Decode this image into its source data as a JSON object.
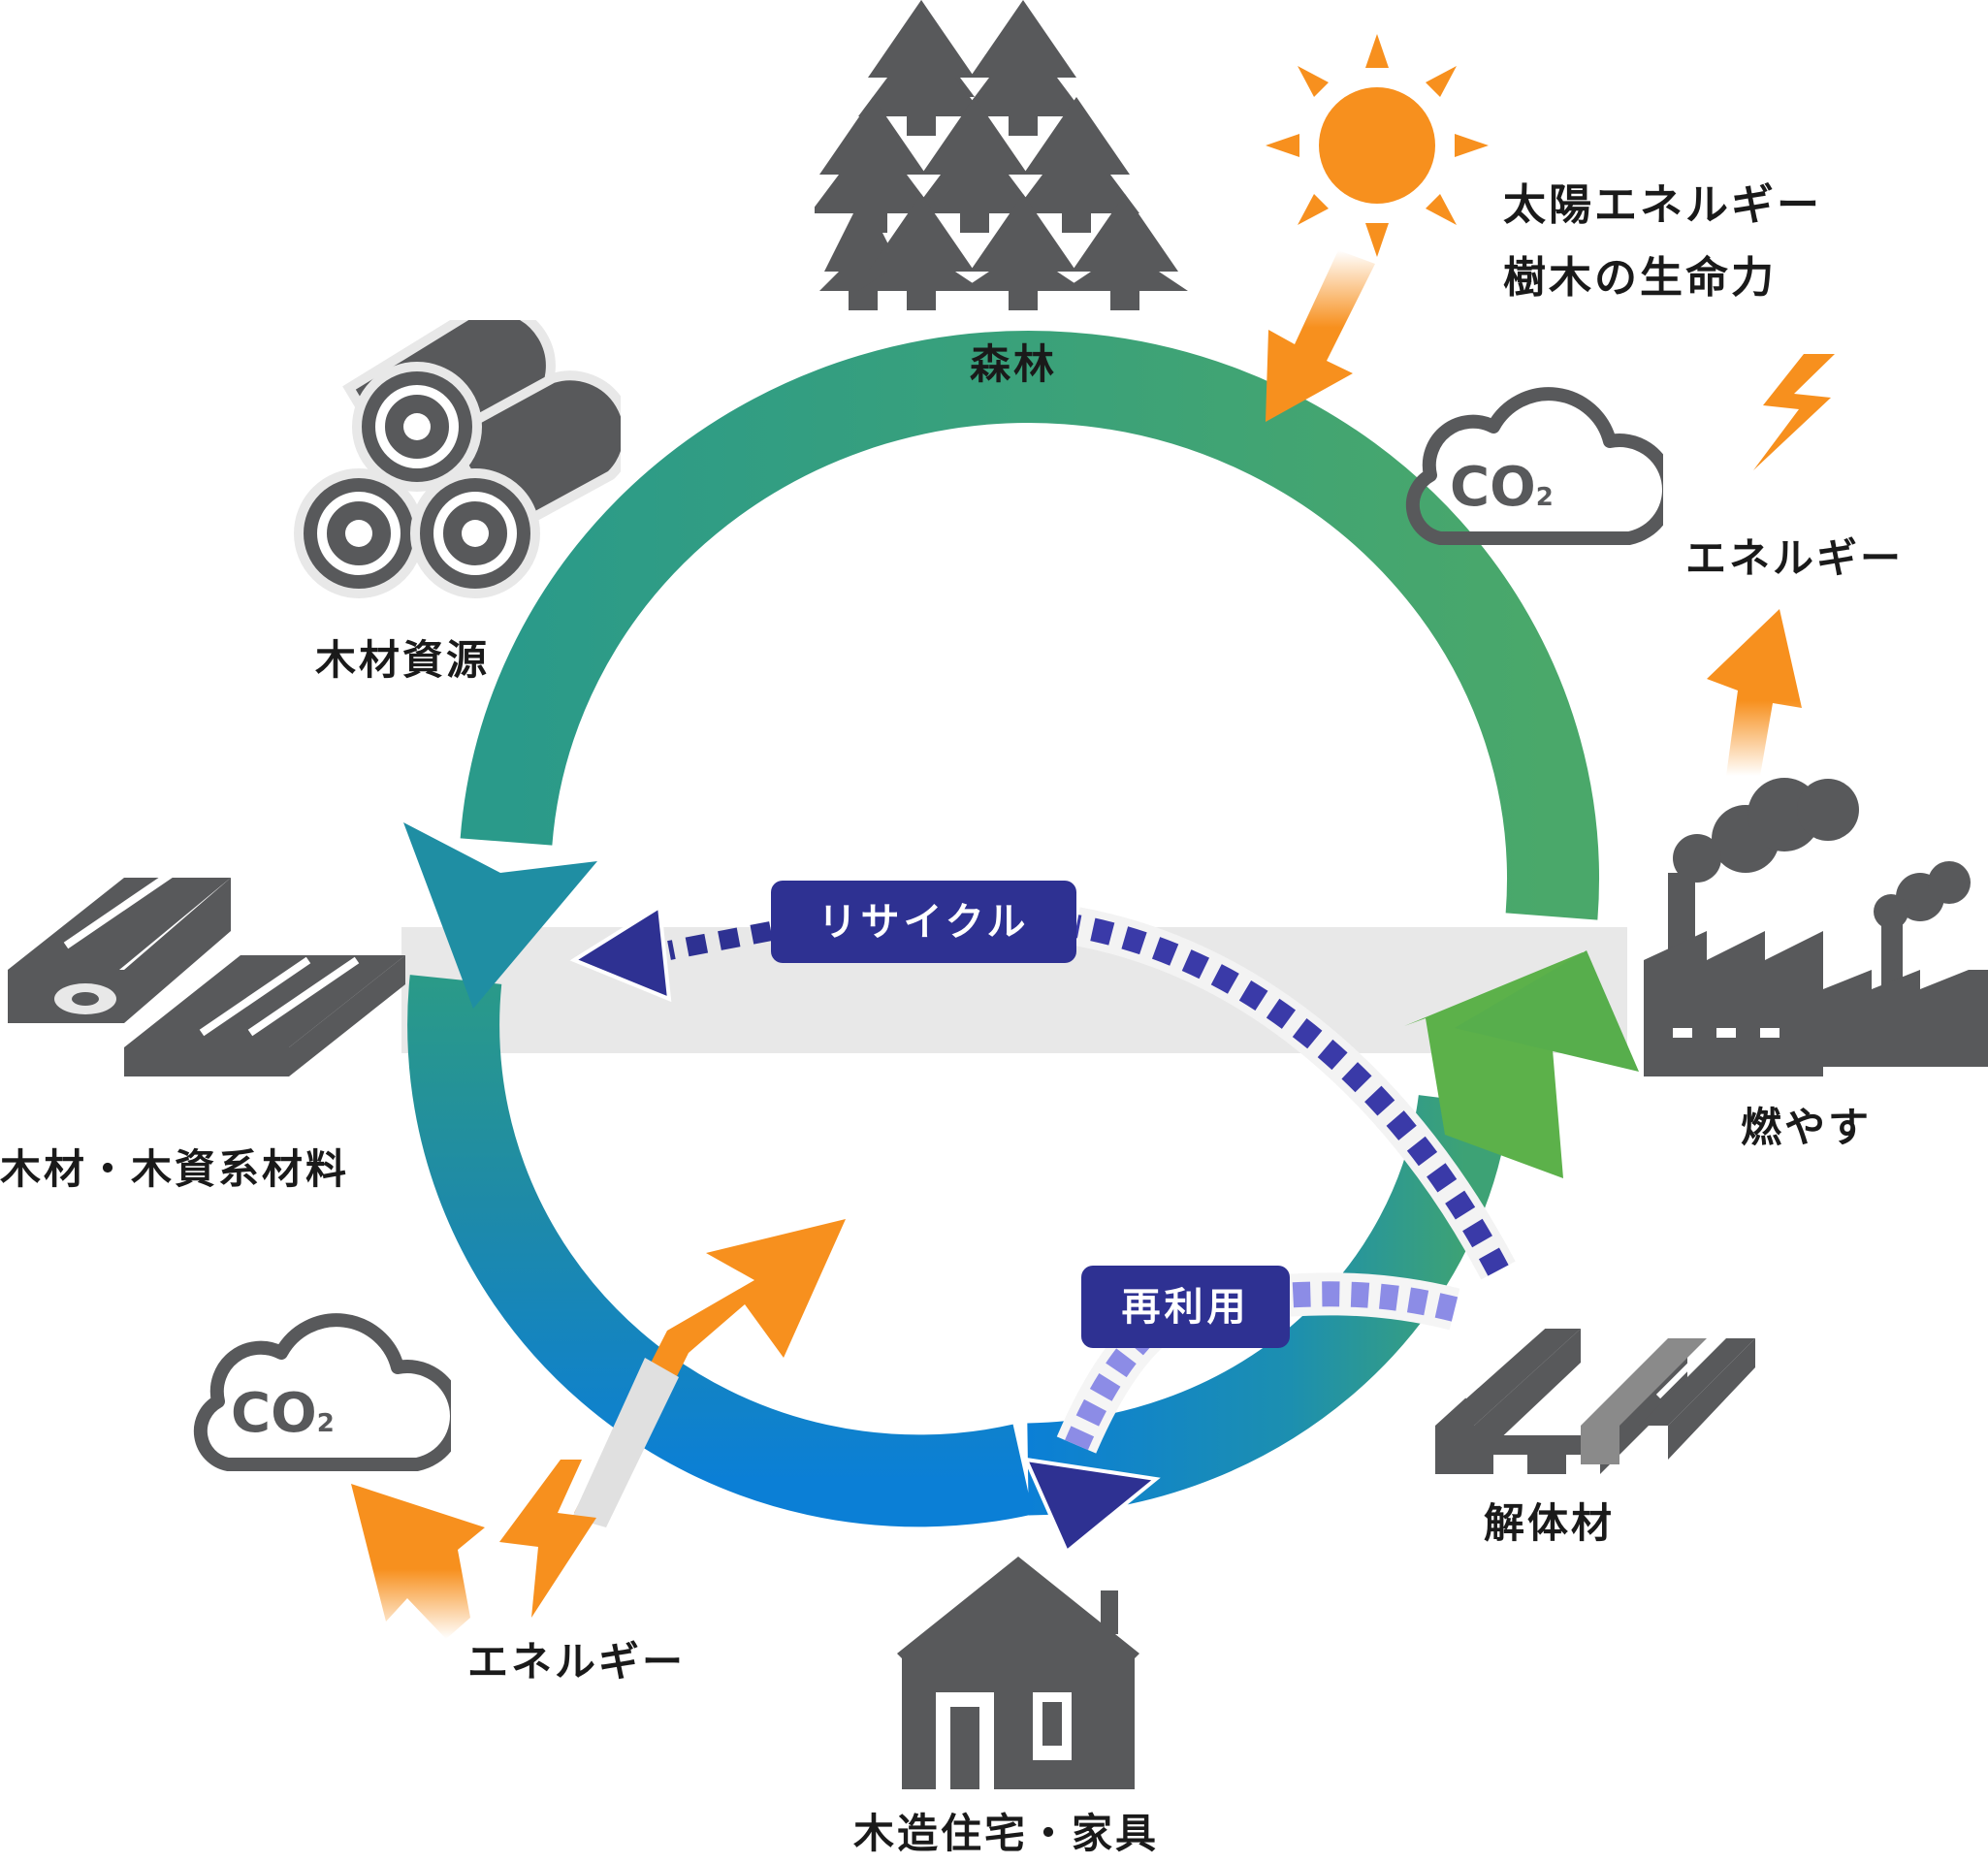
{
  "labels": {
    "forest": "森林",
    "sun_line1": "太陽エネルギー",
    "sun_line2": "樹木の生命力",
    "wood_resource": "木材資源",
    "energy_right": "エネルギー",
    "burn": "燃やす",
    "wood_materials": "木材・木資系材料",
    "demolition_material": "解体材",
    "energy_bottom": "エネルギー",
    "house_furniture": "木造住宅・家具"
  },
  "pills": {
    "recycle": "リサイクル",
    "reuse": "再利用"
  },
  "co2": {
    "text": "CO",
    "subscript": "2"
  },
  "colors": {
    "icon_gray": "#58595b",
    "orange": "#f7901e",
    "navy": "#2e3192",
    "dash_light": "#8c8ce6",
    "band_gray": "#e8e8e8",
    "cycle_blue": "#0a7fd4",
    "cycle_teal": "#1e8fa6",
    "cycle_green": "#5ab04a"
  },
  "icons": {
    "forest": "forest-icon",
    "sun": "sun-icon",
    "logs": "logs-icon",
    "lumber": "lumber-icon",
    "factory": "factory-icon",
    "demolition": "demolition-wood-icon",
    "house": "house-icon",
    "co2_cloud": "co2-cloud-icon",
    "lightning": "lightning-icon"
  }
}
